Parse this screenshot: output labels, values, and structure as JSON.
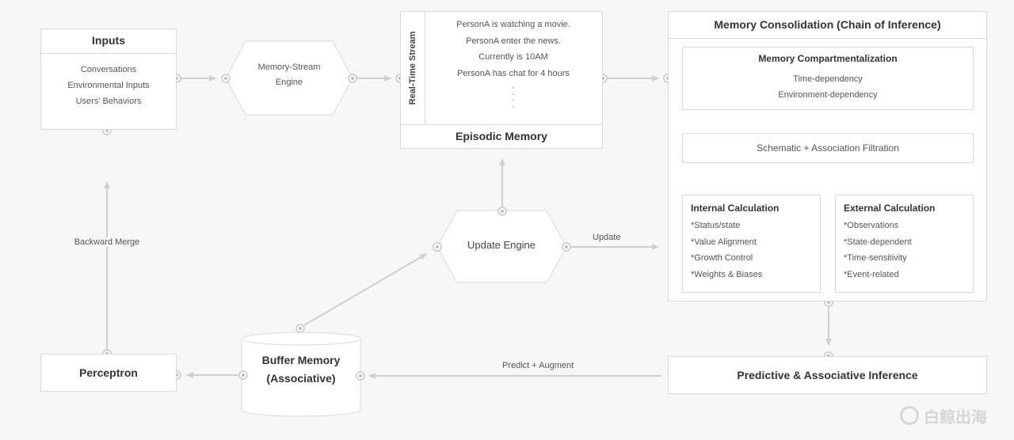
{
  "inputs": {
    "title": "Inputs",
    "items": [
      "Conversations",
      "Environmental Inputs",
      "Users' Behaviors"
    ]
  },
  "memory_stream_engine": {
    "line1": "Memory-Stream",
    "line2": "Engine"
  },
  "realtime": {
    "side_label": "Real-Time Stream",
    "lines": [
      "PersonA is watching a movie.",
      "PersonA enter the news.",
      "Currently is 10AM",
      "PersonA has chat for 4 hours"
    ],
    "ellipsis": [
      "·",
      "·",
      "·",
      "·"
    ],
    "footer": "Episodic Memory"
  },
  "consolidation": {
    "title": "Memory Consolidation (Chain of Inference)",
    "compartment": {
      "title": "Memory Compartmentalization",
      "items": [
        "Time-dependency",
        "Environment-dependency"
      ]
    },
    "filtration": "Schematic + Association Filtration",
    "internal": {
      "title": "Internal Calculation",
      "items": [
        "*Status/state",
        "*Value Alignment",
        "*Growth Control",
        "*Weights & Biases"
      ]
    },
    "external": {
      "title": "External Calculation",
      "items": [
        "*Observations",
        "*State-dependent",
        "*Time-sensitivity",
        "*Event-related"
      ]
    }
  },
  "update_engine": "Update Engine",
  "update_label": "Update",
  "backward_merge": "Backward Merge",
  "perceptron": "Perceptron",
  "buffer": {
    "line1": "Buffer Memory",
    "line2": "(Associative)"
  },
  "predict_label": "Predict + Augment",
  "predictive": "Predictive & Associative Inference",
  "watermark": "白鲸出海",
  "colors": {
    "line": "#cfcfcf",
    "border": "#d9d9d9",
    "text": "#444444"
  }
}
